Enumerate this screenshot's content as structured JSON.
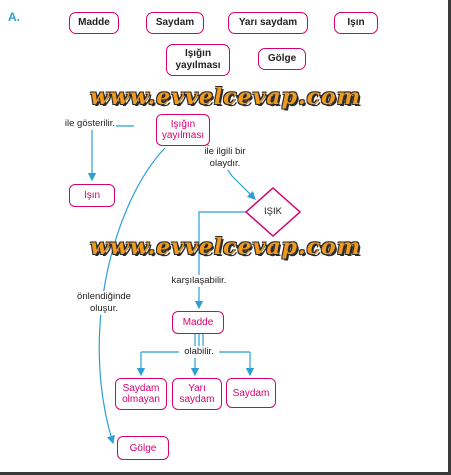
{
  "section_letter": "A.",
  "keywords": [
    "Madde",
    "Saydam",
    "Yarı saydam",
    "Işın",
    "Işığın yayılması",
    "Gölge"
  ],
  "watermark": "www.evvelcevap.com",
  "nodes": {
    "isigin_yayilmasi": "Işığın yayılması",
    "isin": "Işın",
    "isik": "IŞIK",
    "madde": "Madde",
    "saydam_olmayan": "Saydam olmayan",
    "yari_saydam": "Yarı saydam",
    "saydam": "Saydam",
    "golge": "Gölge"
  },
  "edge_labels": {
    "ile_gosterilir": "ile gösterilir.",
    "ile_ilgili": "ile ilgili bir olaydır.",
    "karsilasabilir": "karşılaşabilir.",
    "onlendiginde": "önlendiğinde oluşur.",
    "olabilir": "olabilir."
  },
  "colors": {
    "accent": "#d6006e",
    "arrow": "#2a9fd6",
    "watermark": "#f19a1f"
  }
}
